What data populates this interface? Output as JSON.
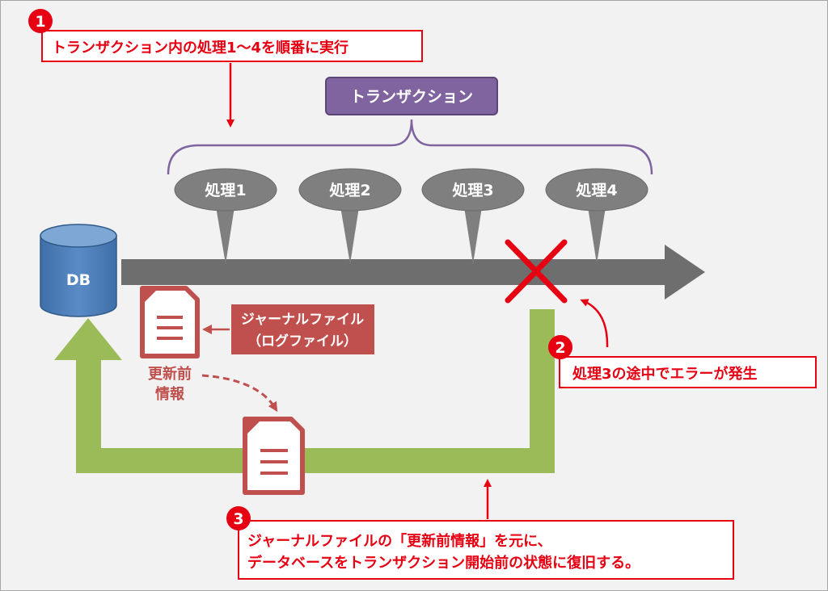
{
  "steps": [
    {
      "number": "1",
      "text": "トランザクション内の処理1～4を順番に実行"
    },
    {
      "number": "2",
      "text": "処理3の途中でエラーが発生"
    },
    {
      "number": "3",
      "line1": "ジャーナルファイルの「更新前情報」を元に、",
      "line2": "データベースをトランザクション開始前の状態に復旧する。"
    }
  ],
  "transaction_label": "トランザクション",
  "processes": [
    "処理1",
    "処理2",
    "処理3",
    "処理4"
  ],
  "db_label": "DB",
  "journal": {
    "line1": "ジャーナルファイル",
    "line2": "（ログファイル）"
  },
  "before_info": {
    "line1": "更新前",
    "line2": "情報"
  },
  "colors": {
    "red": "#e60012",
    "purple": "#7f64a0",
    "bubble": "#7f7f7f",
    "arrow": "#6e6e6e",
    "green": "#9bbb59",
    "db": "#4f81bd",
    "doc": "#c0504d"
  }
}
